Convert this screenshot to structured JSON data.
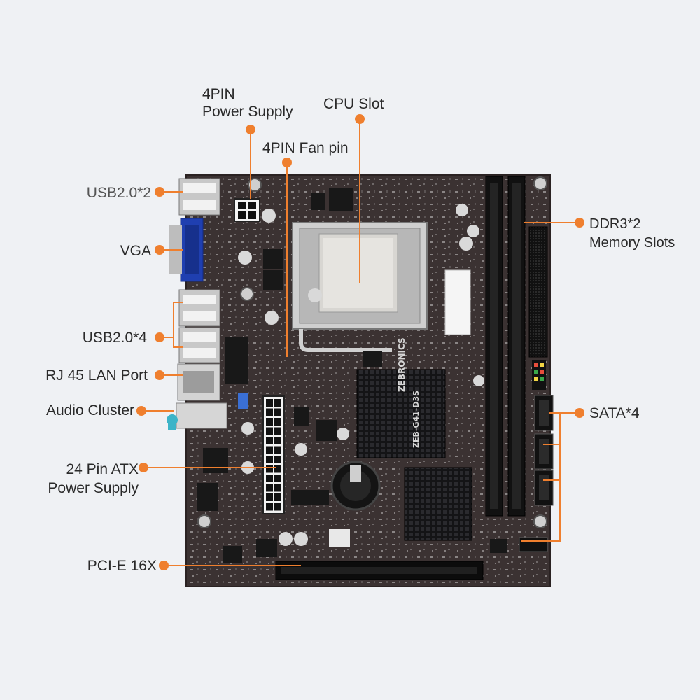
{
  "colors": {
    "background": "#eff1f4",
    "board": "#3a3232",
    "callout": "#ef7f2e",
    "label_text": "#2a2a2a",
    "heatsink": "#1b1b1d",
    "vga": "#1f3fb0",
    "audio": "#3cb4c8"
  },
  "board": {
    "brand": "ZEBRONICS",
    "model": "ZEB-G41-D3S"
  },
  "callouts": {
    "power_4pin": "4PIN\nPower Supply",
    "cpu_slot": "CPU Slot",
    "fan_4pin": "4PIN Fan pin",
    "usb_2": "USB2.0*2",
    "vga": "VGA",
    "usb_4": "USB2.0*4",
    "rj45": "RJ 45 LAN Port",
    "audio": "Audio Cluster",
    "atx_24pin": "24 Pin ATX\nPower Supply",
    "pcie": "PCI-E 16X",
    "ddr3": "DDR3*2\nMemory Slots",
    "sata": "SATA*4"
  }
}
